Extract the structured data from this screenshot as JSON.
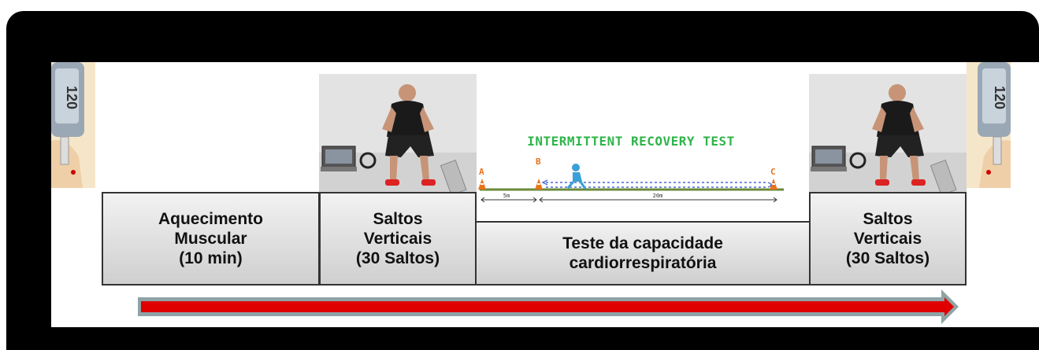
{
  "stages": [
    {
      "line1": "Aquecimento",
      "line2": "Muscular",
      "line3": "(10 min)"
    },
    {
      "line1": "Saltos",
      "line2": "Verticais",
      "line3": "(30 Saltos)"
    },
    {
      "line1": "Teste da capacidade",
      "line2": "cardiorrespiratória"
    },
    {
      "line1": "Saltos",
      "line2": "Verticais",
      "line3": "(30 Saltos)"
    }
  ],
  "recovery_test": {
    "title": "INTERMITTENT RECOVERY TEST",
    "cones": [
      "A",
      "B",
      "C"
    ],
    "distances": [
      "5m",
      "20m"
    ]
  },
  "glucometer_reading": "120",
  "colors": {
    "arrow": "#e00000",
    "arrow_outline": "#8fa3a6",
    "title_green": "#2fb54a",
    "cone_label": "#e8731a"
  }
}
